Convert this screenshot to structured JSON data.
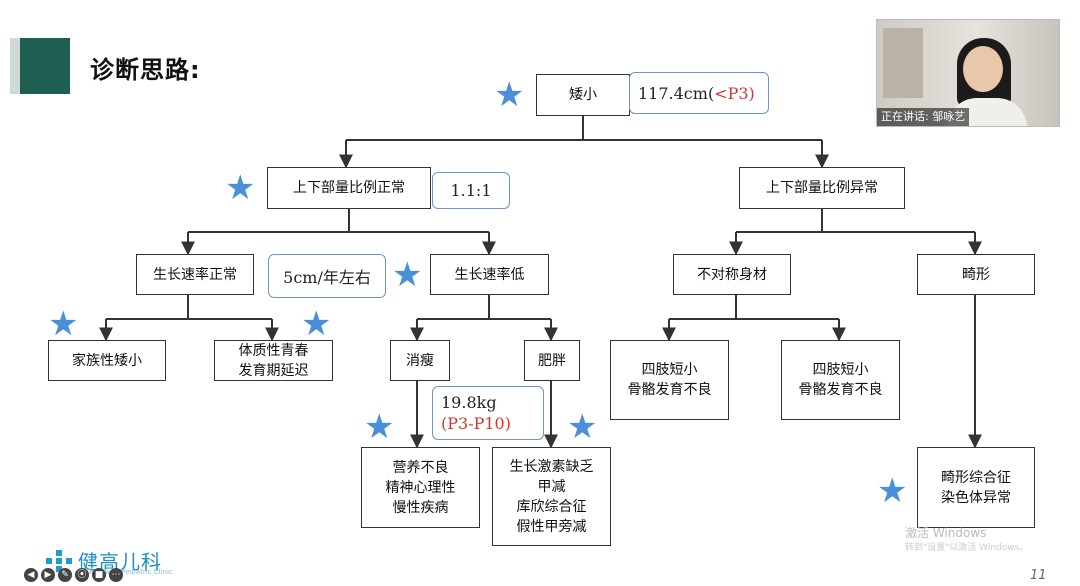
{
  "slide": {
    "title": "诊断思路:",
    "page_number": "11",
    "logo_text": "健高儿科",
    "logo_sub": "Genewon Pediatric Clinic"
  },
  "video": {
    "caption": "正在讲话: 邹咏艺"
  },
  "tree": {
    "root": "矮小",
    "root_note_prefix": "117.4cm(",
    "root_note_red": "<P3)",
    "prop_normal": "上下部量比例正常",
    "prop_normal_note": "1.1:1",
    "prop_abnormal": "上下部量比例异常",
    "growth_normal": "生长速率正常",
    "growth_note": "5cm/年左右",
    "growth_low": "生长速率低",
    "asymmetric": "不对称身材",
    "deformity": "畸形",
    "familial": "家族性矮小",
    "constitutional": "体质性青春\n发育期延迟",
    "thin": "消瘦",
    "obese": "肥胖",
    "weight_note_line1": "19.8kg",
    "weight_note_line2": "(P3-P10)",
    "limb_a": "四肢短小\n骨骼发育不良",
    "limb_b": "四肢短小\n骨骼发育不良",
    "malnutrition": "营养不良\n精神心理性\n慢性疾病",
    "endocrine": "生长激素缺乏\n甲减\n库欣综合征\n假性甲旁减",
    "syndrome": "畸形综合征\n染色体异常"
  },
  "watermark": {
    "line1": "激活 Windows",
    "line2": "转到\"设置\"以激活 Windows。"
  },
  "colors": {
    "accent": "#1f5f52",
    "star": "#4a8fd8",
    "red": "#d9332e",
    "note_border": "#6e93c4"
  },
  "icons": [
    "star-icon",
    "arrow-icon",
    "pen-icon",
    "camera-icon",
    "more-icon"
  ]
}
